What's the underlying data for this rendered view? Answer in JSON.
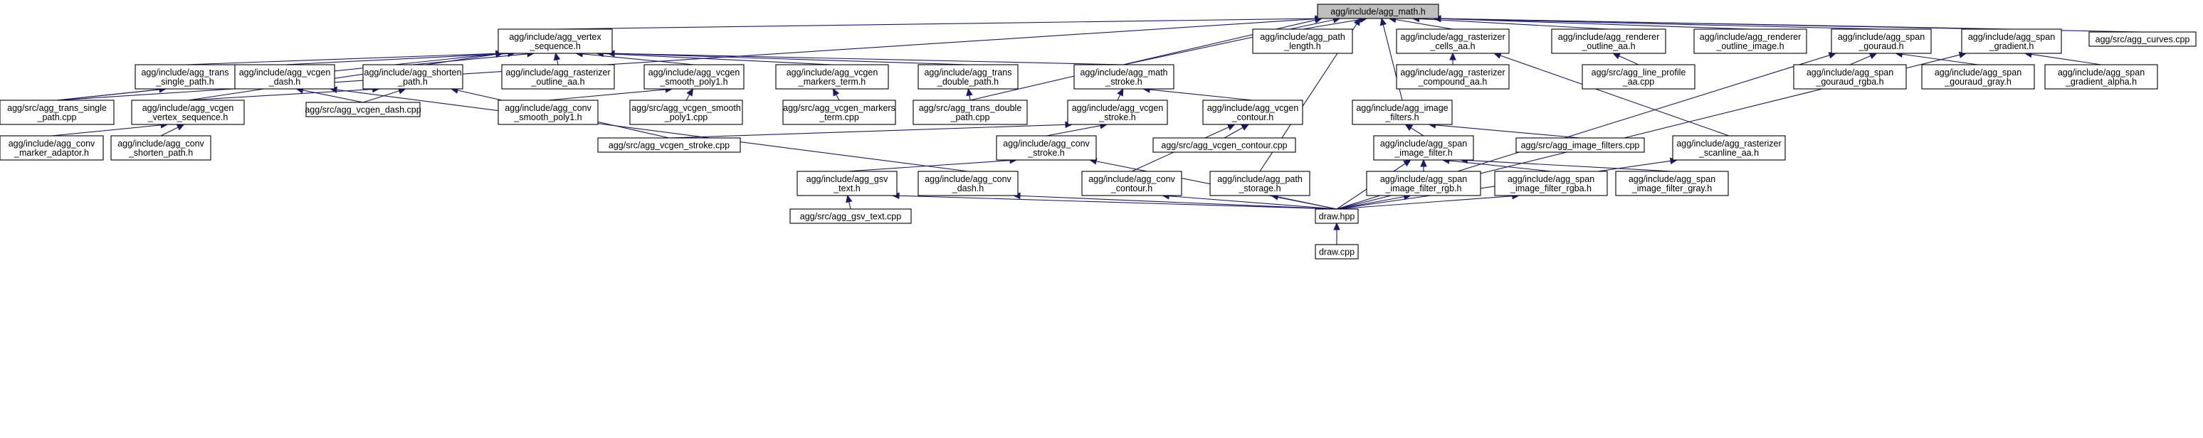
{
  "diagram": {
    "type": "include-dependency-graph",
    "colors": {
      "edge": "#191970",
      "root_fill": "#bfbfbf",
      "node_fill": "#ffffff",
      "node_border": "#000000"
    },
    "nodes": [
      {
        "id": "math",
        "lines": [
          "agg/include/agg_math.h"
        ],
        "root": true
      },
      {
        "id": "vertex_seq",
        "lines": [
          "agg/include/agg_vertex",
          "_sequence.h"
        ]
      },
      {
        "id": "path_length",
        "lines": [
          "agg/include/agg_path",
          "_length.h"
        ]
      },
      {
        "id": "rast_cells",
        "lines": [
          "agg/include/agg_rasterizer",
          "_cells_aa.h"
        ]
      },
      {
        "id": "rend_outline",
        "lines": [
          "agg/include/agg_renderer",
          "_outline_aa.h"
        ]
      },
      {
        "id": "rend_outline_img",
        "lines": [
          "agg/include/agg_renderer",
          "_outline_image.h"
        ]
      },
      {
        "id": "span_gouraud",
        "lines": [
          "agg/include/agg_span",
          "_gouraud.h"
        ]
      },
      {
        "id": "span_gradient",
        "lines": [
          "agg/include/agg_span",
          "_gradient.h"
        ]
      },
      {
        "id": "curves_cpp",
        "lines": [
          "agg/src/agg_curves.cpp"
        ]
      },
      {
        "id": "trans_single",
        "lines": [
          "agg/include/agg_trans",
          "_single_path.h"
        ]
      },
      {
        "id": "vcgen_dash",
        "lines": [
          "agg/include/agg_vcgen",
          "_dash.h"
        ]
      },
      {
        "id": "shorten_path",
        "lines": [
          "agg/include/agg_shorten",
          "_path.h"
        ]
      },
      {
        "id": "rast_outline",
        "lines": [
          "agg/include/agg_rasterizer",
          "_outline_aa.h"
        ]
      },
      {
        "id": "vcgen_smooth",
        "lines": [
          "agg/include/agg_vcgen",
          "_smooth_poly1.h"
        ]
      },
      {
        "id": "vcgen_markers",
        "lines": [
          "agg/include/agg_vcgen",
          "_markers_term.h"
        ]
      },
      {
        "id": "trans_double",
        "lines": [
          "agg/include/agg_trans",
          "_double_path.h"
        ]
      },
      {
        "id": "math_stroke",
        "lines": [
          "agg/include/agg_math",
          "_stroke.h"
        ]
      },
      {
        "id": "rast_compound",
        "lines": [
          "agg/include/agg_rasterizer",
          "_compound_aa.h"
        ]
      },
      {
        "id": "line_profile_cpp",
        "lines": [
          "agg/src/agg_line_profile",
          "_aa.cpp"
        ]
      },
      {
        "id": "gouraud_rgba",
        "lines": [
          "agg/include/agg_span",
          "_gouraud_rgba.h"
        ]
      },
      {
        "id": "gouraud_gray",
        "lines": [
          "agg/include/agg_span",
          "_gouraud_gray.h"
        ]
      },
      {
        "id": "gradient_alpha",
        "lines": [
          "agg/include/agg_span",
          "_gradient_alpha.h"
        ]
      },
      {
        "id": "trans_single_cpp",
        "lines": [
          "agg/src/agg_trans_single",
          "_path.cpp"
        ]
      },
      {
        "id": "vcgen_vertex_seq",
        "lines": [
          "agg/include/agg_vcgen",
          "_vertex_sequence.h"
        ]
      },
      {
        "id": "vcgen_dash_cpp",
        "lines": [
          "agg/src/agg_vcgen_dash.cpp"
        ]
      },
      {
        "id": "conv_smooth",
        "lines": [
          "agg/include/agg_conv",
          "_smooth_poly1.h"
        ]
      },
      {
        "id": "vcgen_smooth_cpp",
        "lines": [
          "agg/src/agg_vcgen_smooth",
          "_poly1.cpp"
        ]
      },
      {
        "id": "vcgen_markers_cpp",
        "lines": [
          "agg/src/agg_vcgen_markers",
          "_term.cpp"
        ]
      },
      {
        "id": "trans_double_cpp",
        "lines": [
          "agg/src/agg_trans_double",
          "_path.cpp"
        ]
      },
      {
        "id": "vcgen_stroke",
        "lines": [
          "agg/include/agg_vcgen",
          "_stroke.h"
        ]
      },
      {
        "id": "vcgen_contour",
        "lines": [
          "agg/include/agg_vcgen",
          "_contour.h"
        ]
      },
      {
        "id": "image_filters",
        "lines": [
          "agg/include/agg_image",
          "_filters.h"
        ]
      },
      {
        "id": "conv_marker",
        "lines": [
          "agg/include/agg_conv",
          "_marker_adaptor.h"
        ]
      },
      {
        "id": "conv_shorten",
        "lines": [
          "agg/include/agg_conv",
          "_shorten_path.h"
        ]
      },
      {
        "id": "vcgen_stroke_cpp",
        "lines": [
          "agg/src/agg_vcgen_stroke.cpp"
        ]
      },
      {
        "id": "conv_stroke",
        "lines": [
          "agg/include/agg_conv",
          "_stroke.h"
        ]
      },
      {
        "id": "vcgen_contour_cpp",
        "lines": [
          "agg/src/agg_vcgen_contour.cpp"
        ]
      },
      {
        "id": "span_image_filter",
        "lines": [
          "agg/include/agg_span",
          "_image_filter.h"
        ]
      },
      {
        "id": "image_filters_cpp",
        "lines": [
          "agg/src/agg_image_filters.cpp"
        ]
      },
      {
        "id": "rast_scanline",
        "lines": [
          "agg/include/agg_rasterizer",
          "_scanline_aa.h"
        ]
      },
      {
        "id": "gsv_text",
        "lines": [
          "agg/include/agg_gsv",
          "_text.h"
        ]
      },
      {
        "id": "conv_dash",
        "lines": [
          "agg/include/agg_conv",
          "_dash.h"
        ]
      },
      {
        "id": "conv_contour",
        "lines": [
          "agg/include/agg_conv",
          "_contour.h"
        ]
      },
      {
        "id": "path_storage",
        "lines": [
          "agg/include/agg_path",
          "_storage.h"
        ]
      },
      {
        "id": "sif_rgb",
        "lines": [
          "agg/include/agg_span",
          "_image_filter_rgb.h"
        ]
      },
      {
        "id": "sif_rgba",
        "lines": [
          "agg/include/agg_span",
          "_image_filter_rgba.h"
        ]
      },
      {
        "id": "sif_gray",
        "lines": [
          "agg/include/agg_span",
          "_image_filter_gray.h"
        ]
      },
      {
        "id": "gsv_text_cpp",
        "lines": [
          "agg/src/agg_gsv_text.cpp"
        ]
      },
      {
        "id": "draw_hpp",
        "lines": [
          "draw.hpp"
        ]
      },
      {
        "id": "draw_cpp",
        "lines": [
          "draw.cpp"
        ]
      }
    ],
    "edges": [
      [
        "vertex_seq",
        "math"
      ],
      [
        "path_length",
        "math"
      ],
      [
        "rast_cells",
        "math"
      ],
      [
        "rend_outline",
        "math"
      ],
      [
        "rend_outline_img",
        "math"
      ],
      [
        "span_gouraud",
        "math"
      ],
      [
        "span_gradient",
        "math"
      ],
      [
        "curves_cpp",
        "math"
      ],
      [
        "math_stroke",
        "math"
      ],
      [
        "trans_double_cpp",
        "math"
      ],
      [
        "image_filters",
        "math"
      ],
      [
        "path_storage",
        "math"
      ],
      [
        "trans_single_cpp",
        "math"
      ],
      [
        "trans_single",
        "vertex_seq"
      ],
      [
        "vcgen_dash",
        "vertex_seq"
      ],
      [
        "shorten_path",
        "vertex_seq"
      ],
      [
        "rast_outline",
        "vertex_seq"
      ],
      [
        "vcgen_smooth",
        "vertex_seq"
      ],
      [
        "vcgen_markers",
        "vertex_seq"
      ],
      [
        "trans_double",
        "vertex_seq"
      ],
      [
        "math_stroke",
        "vertex_seq"
      ],
      [
        "vcgen_vertex_seq",
        "vertex_seq"
      ],
      [
        "trans_single_cpp",
        "vertex_seq"
      ],
      [
        "rast_compound",
        "rast_cells"
      ],
      [
        "rast_scanline",
        "rast_cells"
      ],
      [
        "line_profile_cpp",
        "rend_outline"
      ],
      [
        "gouraud_rgba",
        "span_gouraud"
      ],
      [
        "gouraud_gray",
        "span_gouraud"
      ],
      [
        "draw_hpp",
        "span_gouraud"
      ],
      [
        "gradient_alpha",
        "span_gradient"
      ],
      [
        "draw_hpp",
        "span_gradient"
      ],
      [
        "trans_single_cpp",
        "trans_single"
      ],
      [
        "vcgen_dash_cpp",
        "vcgen_dash"
      ],
      [
        "conv_dash",
        "vcgen_dash"
      ],
      [
        "vcgen_dash_cpp",
        "shorten_path"
      ],
      [
        "vcgen_vertex_seq",
        "shorten_path"
      ],
      [
        "vcgen_stroke_cpp",
        "shorten_path"
      ],
      [
        "conv_smooth",
        "vcgen_smooth"
      ],
      [
        "vcgen_smooth_cpp",
        "vcgen_smooth"
      ],
      [
        "vcgen_markers_cpp",
        "vcgen_markers"
      ],
      [
        "trans_double_cpp",
        "trans_double"
      ],
      [
        "vcgen_stroke",
        "math_stroke"
      ],
      [
        "vcgen_contour",
        "math_stroke"
      ],
      [
        "conv_marker",
        "vcgen_vertex_seq"
      ],
      [
        "conv_shorten",
        "vcgen_vertex_seq"
      ],
      [
        "vcgen_stroke_cpp",
        "vcgen_stroke"
      ],
      [
        "conv_stroke",
        "vcgen_stroke"
      ],
      [
        "vcgen_contour_cpp",
        "vcgen_contour"
      ],
      [
        "conv_contour",
        "vcgen_contour"
      ],
      [
        "span_image_filter",
        "image_filters"
      ],
      [
        "image_filters_cpp",
        "image_filters"
      ],
      [
        "gsv_text",
        "conv_stroke"
      ],
      [
        "draw_hpp",
        "conv_stroke"
      ],
      [
        "sif_rgb",
        "span_image_filter"
      ],
      [
        "sif_rgba",
        "span_image_filter"
      ],
      [
        "sif_gray",
        "span_image_filter"
      ],
      [
        "draw_hpp",
        "span_image_filter"
      ],
      [
        "draw_hpp",
        "rast_scanline"
      ],
      [
        "gsv_text_cpp",
        "gsv_text"
      ],
      [
        "draw_hpp",
        "gsv_text"
      ],
      [
        "draw_hpp",
        "conv_dash"
      ],
      [
        "draw_hpp",
        "conv_contour"
      ],
      [
        "draw_hpp",
        "path_storage"
      ],
      [
        "draw_hpp",
        "sif_rgb"
      ],
      [
        "draw_hpp",
        "sif_rgba"
      ],
      [
        "draw_cpp",
        "draw_hpp"
      ]
    ]
  }
}
